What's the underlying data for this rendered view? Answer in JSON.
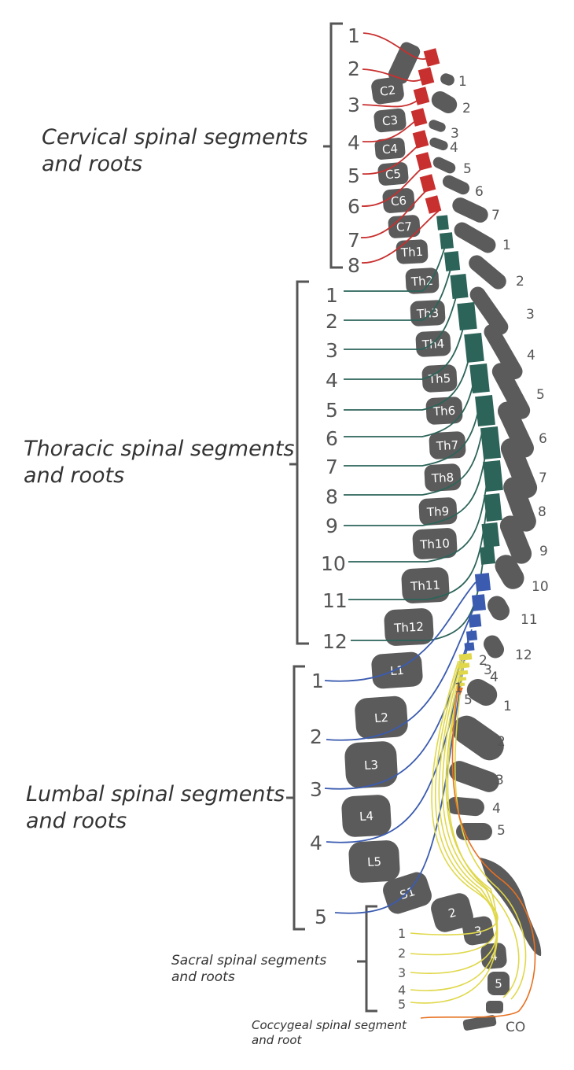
{
  "regions": {
    "cervical": {
      "title_line1": "Cervical spinal segments",
      "title_line2": "and roots",
      "numbers": [
        "1",
        "2",
        "3",
        "4",
        "5",
        "6",
        "7",
        "8"
      ],
      "color": "#c8302f"
    },
    "thoracic": {
      "title_line1": "Thoracic spinal segments",
      "title_line2": "and roots",
      "numbers": [
        "1",
        "2",
        "3",
        "4",
        "5",
        "6",
        "7",
        "8",
        "9",
        "10",
        "11",
        "12"
      ],
      "color": "#2c6459"
    },
    "lumbal": {
      "title_line1": "Lumbal spinal segments",
      "title_line2": "and roots",
      "numbers": [
        "1",
        "2",
        "3",
        "4",
        "5"
      ],
      "color": "#3a5bb0"
    },
    "sacral": {
      "title_line1": "Sacral spinal segments",
      "title_line2": "and roots",
      "numbers": [
        "1",
        "2",
        "3",
        "4",
        "5"
      ],
      "color": "#e0d84a"
    },
    "coccygeal": {
      "title_line1": "Coccygeal spinal segment",
      "title_line2": "and root",
      "color": "#e8701f"
    }
  },
  "vertebrae": {
    "cervical": [
      "C2",
      "C3",
      "C4",
      "C5",
      "C6",
      "C7"
    ],
    "thoracic": [
      "Th1",
      "Th2",
      "Th3",
      "Th4",
      "Th5",
      "Th6",
      "Th7",
      "Th8",
      "Th9",
      "Th10",
      "Th11",
      "Th12"
    ],
    "lumbar": [
      "L1",
      "L2",
      "L3",
      "L4",
      "L5"
    ],
    "sacral": [
      "S1",
      "2",
      "3",
      "4",
      "5"
    ],
    "coccyx": "CO"
  },
  "processes": {
    "cervical": [
      "1",
      "2",
      "3",
      "4",
      "5",
      "6",
      "7"
    ],
    "thoracic": [
      "1",
      "2",
      "3",
      "4",
      "5",
      "6",
      "7",
      "8",
      "9",
      "10",
      "11",
      "12"
    ],
    "lumbar": [
      "1",
      "2",
      "3",
      "4",
      "5"
    ]
  },
  "cord_small_labels": {
    "lumbar": [
      "2",
      "3",
      "4",
      "5"
    ],
    "sacral": [
      "1"
    ]
  }
}
